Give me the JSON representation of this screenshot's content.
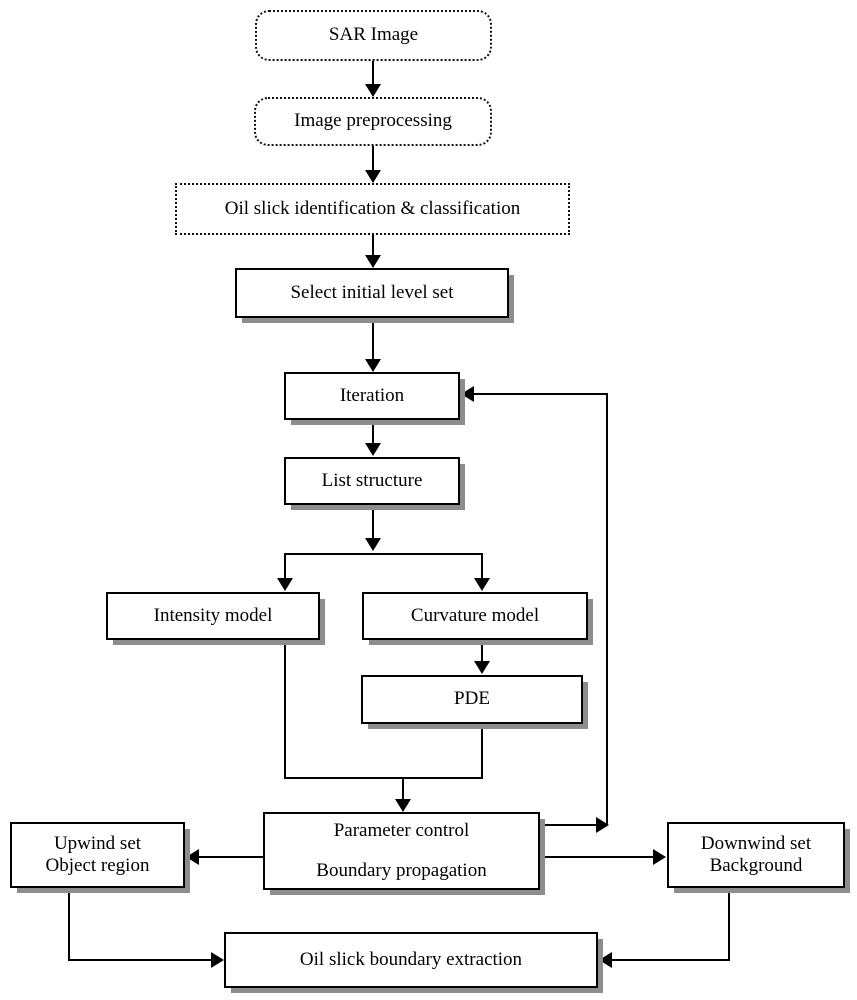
{
  "diagram": {
    "title": "Oil slick boundary extraction flowchart",
    "colors": {
      "line": "#000000",
      "box_border": "#000000",
      "box_fill": "#ffffff",
      "shadow": "#8d8d8d",
      "dotted_border": "#111111"
    },
    "nodes": [
      {
        "id": "sar-image",
        "label": "SAR Image",
        "style": "dotted-rounded"
      },
      {
        "id": "image-preprocessing",
        "label": "Image preprocessing",
        "style": "dotted-rounded"
      },
      {
        "id": "oil-slick-identification",
        "label": "Oil slick identification & classification",
        "style": "dotted-square"
      },
      {
        "id": "select-initial-level-set",
        "label": "Select initial level set",
        "style": "solid-shadow"
      },
      {
        "id": "iteration",
        "label": "Iteration",
        "style": "solid-shadow"
      },
      {
        "id": "list-structure",
        "label": "List structure",
        "style": "solid-shadow"
      },
      {
        "id": "intensity-model",
        "label": "Intensity model",
        "style": "solid-shadow"
      },
      {
        "id": "curvature-model",
        "label": "Curvature model",
        "style": "solid-shadow"
      },
      {
        "id": "pde",
        "label": "PDE",
        "style": "solid-shadow"
      },
      {
        "id": "upwind-set",
        "label_line1": "Upwind set",
        "label_line2": "Object region",
        "style": "solid-shadow"
      },
      {
        "id": "parameter-control",
        "label_line1": "Parameter control",
        "label_line2": "Boundary propagation",
        "style": "solid-shadow"
      },
      {
        "id": "downwind-set",
        "label_line1": "Downwind set",
        "label_line2": "Background",
        "style": "solid-shadow"
      },
      {
        "id": "oil-slick-boundary-extraction",
        "label": "Oil slick boundary extraction",
        "style": "solid-shadow"
      }
    ],
    "labels": {
      "sar_image": "SAR Image",
      "image_preprocessing": "Image preprocessing",
      "oil_slick_identification": "Oil slick identification & classification",
      "select_initial_level_set": "Select initial level set",
      "iteration": "Iteration",
      "list_structure": "List structure",
      "intensity_model": "Intensity model",
      "curvature_model": "Curvature model",
      "pde": "PDE",
      "upwind_set_line1": "Upwind set",
      "upwind_set_line2": "Object region",
      "parameter_control_line1": "Parameter control",
      "parameter_control_line2": "Boundary propagation",
      "downwind_set_line1": "Downwind set",
      "downwind_set_line2": "Background",
      "oil_slick_boundary_extraction": "Oil slick boundary extraction"
    },
    "edges": [
      {
        "from": "sar-image",
        "to": "image-preprocessing",
        "kind": "arrow-down"
      },
      {
        "from": "image-preprocessing",
        "to": "oil-slick-identification",
        "kind": "arrow-down"
      },
      {
        "from": "oil-slick-identification",
        "to": "select-initial-level-set",
        "kind": "arrow-down"
      },
      {
        "from": "select-initial-level-set",
        "to": "iteration",
        "kind": "arrow-down"
      },
      {
        "from": "iteration",
        "to": "list-structure",
        "kind": "arrow-down"
      },
      {
        "from": "list-structure",
        "to": "intensity-model",
        "kind": "split-arrow-down"
      },
      {
        "from": "list-structure",
        "to": "curvature-model",
        "kind": "split-arrow-down"
      },
      {
        "from": "curvature-model",
        "to": "pde",
        "kind": "arrow-down"
      },
      {
        "from": "intensity-model",
        "to": "parameter-control",
        "kind": "merge-arrow-down"
      },
      {
        "from": "pde",
        "to": "parameter-control",
        "kind": "merge-arrow-down"
      },
      {
        "from": "parameter-control",
        "to": "upwind-set",
        "kind": "arrow-left"
      },
      {
        "from": "parameter-control",
        "to": "downwind-set",
        "kind": "arrow-right"
      },
      {
        "from": "parameter-control",
        "to": "iteration",
        "kind": "feedback-loop-right"
      },
      {
        "from": "upwind-set",
        "to": "oil-slick-boundary-extraction",
        "kind": "arrow-right"
      },
      {
        "from": "downwind-set",
        "to": "oil-slick-boundary-extraction",
        "kind": "arrow-left"
      }
    ]
  }
}
